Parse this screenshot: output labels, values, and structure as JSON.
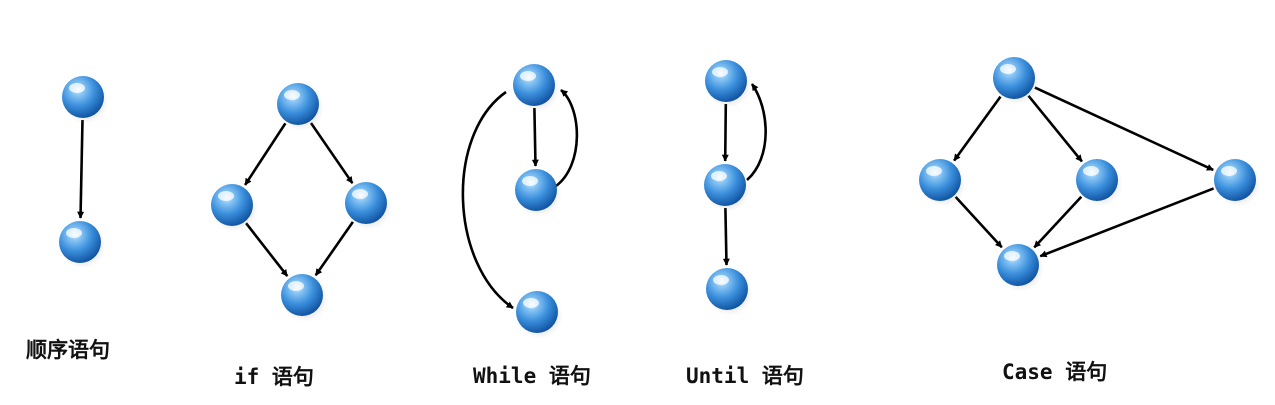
{
  "captions": {
    "sequence": "顺序语句",
    "if": "if 语句",
    "while": "While 语句",
    "until": "Until 语句",
    "case": "Case 语句"
  },
  "colors": {
    "node_highlight": "#d8ecff",
    "node_mid": "#3b8fdc",
    "node_dark": "#0d4f9e",
    "node_shadow": "#8a8a8a",
    "edge": "#000000",
    "background": "#ffffff"
  },
  "diagrams": [
    {
      "id": "sequence",
      "nodes": [
        "s1",
        "s2"
      ],
      "edges": [
        [
          "s1",
          "s2"
        ]
      ]
    },
    {
      "id": "if",
      "nodes": [
        "i1",
        "i2",
        "i3",
        "i4"
      ],
      "edges": [
        [
          "i1",
          "i2"
        ],
        [
          "i1",
          "i3"
        ],
        [
          "i2",
          "i4"
        ],
        [
          "i3",
          "i4"
        ]
      ]
    },
    {
      "id": "while",
      "nodes": [
        "w1",
        "w2",
        "w3"
      ],
      "edges": [
        [
          "w1",
          "w2"
        ],
        [
          "w2",
          "w1"
        ],
        [
          "w1",
          "w3"
        ]
      ]
    },
    {
      "id": "until",
      "nodes": [
        "u1",
        "u2",
        "u3"
      ],
      "edges": [
        [
          "u1",
          "u2"
        ],
        [
          "u2",
          "u1"
        ],
        [
          "u2",
          "u3"
        ]
      ]
    },
    {
      "id": "case",
      "nodes": [
        "c1",
        "c2",
        "c3",
        "c4",
        "c5"
      ],
      "edges": [
        [
          "c1",
          "c2"
        ],
        [
          "c1",
          "c3"
        ],
        [
          "c1",
          "c4"
        ],
        [
          "c2",
          "c5"
        ],
        [
          "c3",
          "c5"
        ],
        [
          "c4",
          "c5"
        ]
      ]
    }
  ]
}
